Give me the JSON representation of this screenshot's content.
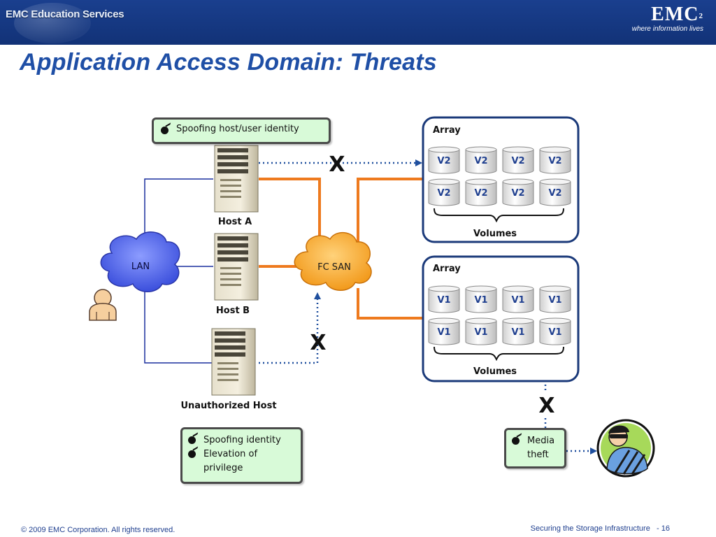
{
  "header": {
    "edu_logo": "EMC Education Services",
    "brand": "EMC",
    "brand_sup": "2",
    "tagline": "where information lives"
  },
  "title": "Application Access Domain: Threats",
  "diagram": {
    "hosts": [
      {
        "label": "Host A"
      },
      {
        "label": "Host B"
      },
      {
        "label": "Unauthorized Host"
      }
    ],
    "lan_label": "LAN",
    "fcsan_label": "FC SAN",
    "threat_mark": "X",
    "arrays": [
      {
        "label": "Array",
        "volume_label": "V2",
        "volumes_caption": "Volumes"
      },
      {
        "label": "Array",
        "volume_label": "V1",
        "volumes_caption": "Volumes"
      }
    ],
    "callouts": {
      "spoof_host": "Spoofing host/user identity",
      "spoof_identity": "Spoofing identity",
      "elevation": "Elevation of privilege",
      "media_theft": "Media theft"
    }
  },
  "footer": {
    "copyright": "© 2009 EMC Corporation. All rights reserved.",
    "course": "Securing the Storage Infrastructure",
    "page": "- 16"
  },
  "colors": {
    "header_bg": "#123277",
    "title": "#1f4fa6",
    "array_border": "#1b3a7a",
    "san_link": "#ee7a1e",
    "lan_link": "#1a2f9e",
    "threat_dotted": "#1f4f9e",
    "callout_bg": "#d8fad8",
    "lan_cloud": "#5a6ef0",
    "fcsan_cloud": "#f9a826"
  },
  "icons": [
    "globe-icon",
    "server-icon",
    "cloud-icon",
    "user-icon",
    "bomb-icon",
    "volume-cylinder-icon",
    "thief-icon"
  ]
}
